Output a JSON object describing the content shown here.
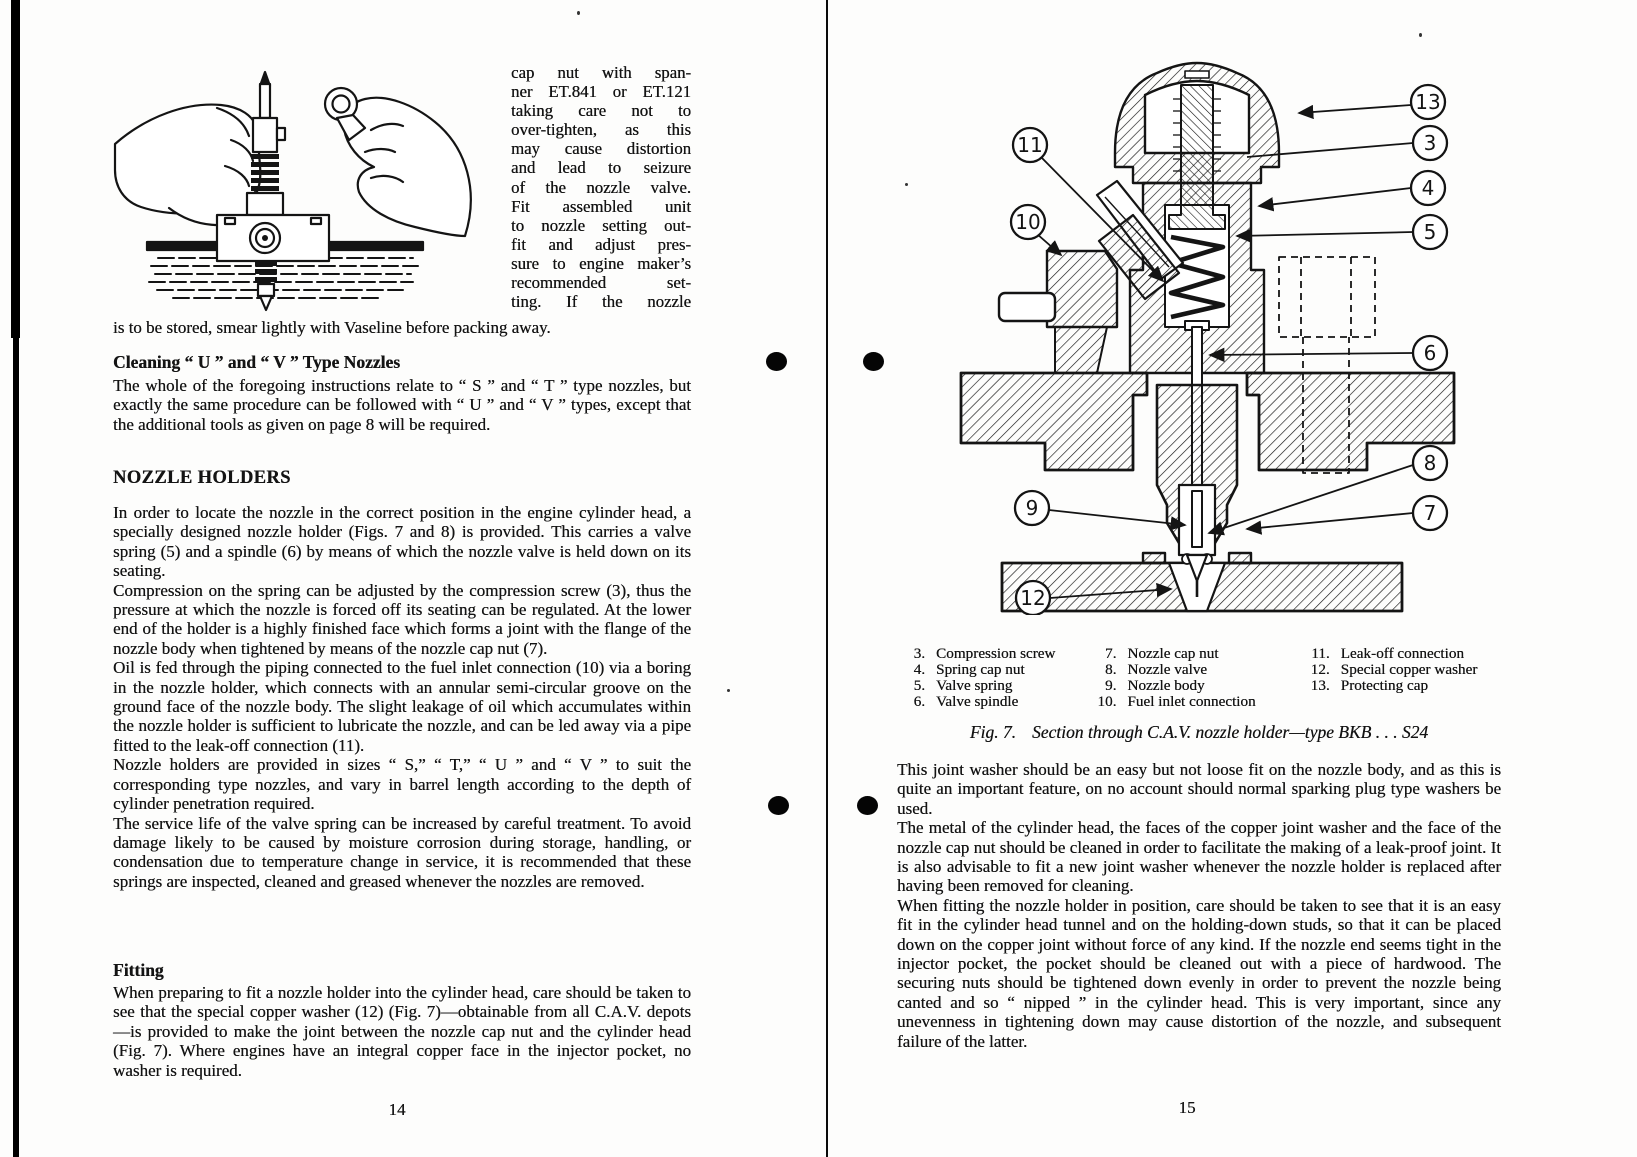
{
  "left_page": {
    "column_text": "cap nut with span-\nner ET.841 or ET.121\ntaking care not to\nover-tighten, as this\nmay cause distortion\nand lead to seizure\nof the nozzle valve.\nFit assembled unit\nto nozzle setting out-\nfit and adjust pres-\nsure to engine maker’s\nrecommended set-\nting. If the nozzle",
    "continuation": "is to be stored, smear lightly with Vaseline before packing away.",
    "sections": [
      {
        "heading": "Cleaning “ U ” and “ V ” Type Nozzles",
        "paragraphs": [
          "The whole of the foregoing instructions relate to “ S ” and “ T ” type nozzles, but exactly the same procedure can be followed with “ U ” and “ V ” types, except that the additional tools as given on page 8 will be required."
        ]
      },
      {
        "heading": "NOZZLE HOLDERS",
        "paragraphs": [
          "In order to locate the nozzle in the correct position in the engine cylinder head, a specially designed nozzle holder (Figs. 7 and 8) is provided. This carries a valve spring (5) and a spindle (6) by means of which the nozzle valve is held down on its seating.",
          "Compression on the spring can be adjusted by the compression screw (3), thus the pressure at which the nozzle is forced off its seating can be regulated. At the lower end of the holder is a highly finished face which forms a joint with the flange of the nozzle body when tightened by means of the nozzle cap nut (7).",
          "Oil is fed through the piping connected to the fuel inlet connection (10) via a boring in the nozzle holder, which connects with an annular semi-circular groove on the ground face of the nozzle body. The slight leakage of oil which accumulates within the nozzle holder is sufficient to lubricate the nozzle, and can be led away via a pipe fitted to the leak-off connection (11).",
          "Nozzle holders are provided in sizes “ S,” “ T,” “ U ” and “ V ” to suit the corresponding type nozzles, and vary in barrel length according to the depth of cylinder penetration required.",
          "The service life of the valve spring can be increased by careful treatment. To avoid damage likely to be caused by moisture corrosion during storage, handling, or condensation due to temperature change in service, it is recommended that these springs are inspected, cleaned and greased whenever the nozzles are removed."
        ]
      },
      {
        "heading": "Fitting",
        "paragraphs": [
          "When preparing to fit a nozzle holder into the cylinder head, care should be taken to see that the special copper washer (12) (Fig. 7)—obtainable from all C.A.V. depots—is provided to make the joint between the nozzle cap nut and the cylinder head (Fig. 7). Where engines have an integral copper face in the injector pocket, no washer is required."
        ]
      }
    ],
    "page_number": "14"
  },
  "right_page": {
    "figure": {
      "callouts": [
        "11",
        "10",
        "9",
        "12",
        "13",
        "3",
        "4",
        "5",
        "6",
        "8",
        "7"
      ],
      "legend": {
        "columns": [
          {
            "items": [
              {
                "num": "3.",
                "label": "Compression screw"
              },
              {
                "num": "4.",
                "label": "Spring cap nut"
              },
              {
                "num": "5.",
                "label": "Valve spring"
              },
              {
                "num": "6.",
                "label": "Valve spindle"
              }
            ]
          },
          {
            "items": [
              {
                "num": "7.",
                "label": "Nozzle cap nut"
              },
              {
                "num": "8.",
                "label": "Nozzle valve"
              },
              {
                "num": "9.",
                "label": "Nozzle body"
              },
              {
                "num": "10.",
                "label": "Fuel inlet connection"
              }
            ]
          },
          {
            "items": [
              {
                "num": "11.",
                "label": "Leak-off connection"
              },
              {
                "num": "12.",
                "label": "Special copper washer"
              },
              {
                "num": "13.",
                "label": "Protecting cap"
              }
            ]
          }
        ]
      },
      "caption_label": "Fig. 7.",
      "caption_text": "Section through C.A.V. nozzle holder—type BKB . . . S24"
    },
    "paragraphs": [
      "This joint washer should be an easy but not loose fit on the nozzle body, and as this is quite an important feature, on no account should normal sparking plug type washers be used.",
      "The metal of the cylinder head, the faces of the copper joint washer and the face of the nozzle cap nut should be cleaned in order to facilitate the making of a leak-proof joint. It is also advisable to fit a new joint washer whenever the nozzle holder is replaced after having been removed for cleaning.",
      "When fitting the nozzle holder in position, care should be taken to see that it is an easy fit in the cylinder head tunnel and on the holding-down studs, so that it can be placed down on the copper joint without force of any kind. If the nozzle end seems tight in the injector pocket, the pocket should be cleaned out with a piece of hardwood. The securing nuts should be tightened down evenly in order to prevent the nozzle being canted and so “ nipped ” in the cylinder head. This is very important, since any unevenness in tightening down may cause distortion of the nozzle, and subsequent failure of the latter."
    ],
    "page_number": "15"
  }
}
